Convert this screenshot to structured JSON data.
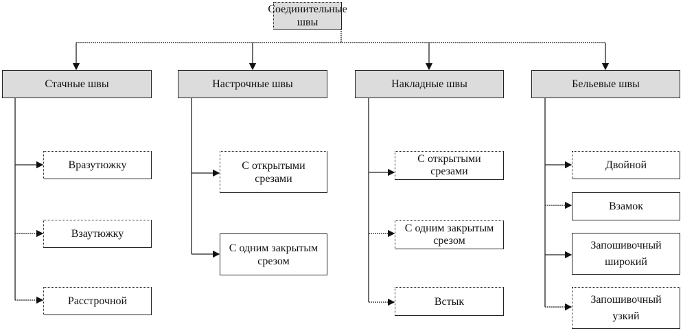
{
  "root": {
    "label": "Соединительные швы"
  },
  "categories": [
    {
      "label": "Стачные швы",
      "children": [
        "Вразутюжку",
        "Взаутюжку",
        "Расстрочной"
      ]
    },
    {
      "label": "Настрочные швы",
      "children": [
        "С открытыми срезами",
        "С одним закрытым срезом"
      ]
    },
    {
      "label": "Накладные швы",
      "children": [
        "С открытыми срезами",
        "С одним закрытым срезом",
        "Встык"
      ]
    },
    {
      "label": "Бельевые швы",
      "children": [
        "Двойной",
        "Взамок",
        "Запошивочный широкий",
        "Запошивочный узкий"
      ]
    }
  ],
  "colors": {
    "header_fill": "#dcdcdc",
    "line": "#222222"
  }
}
